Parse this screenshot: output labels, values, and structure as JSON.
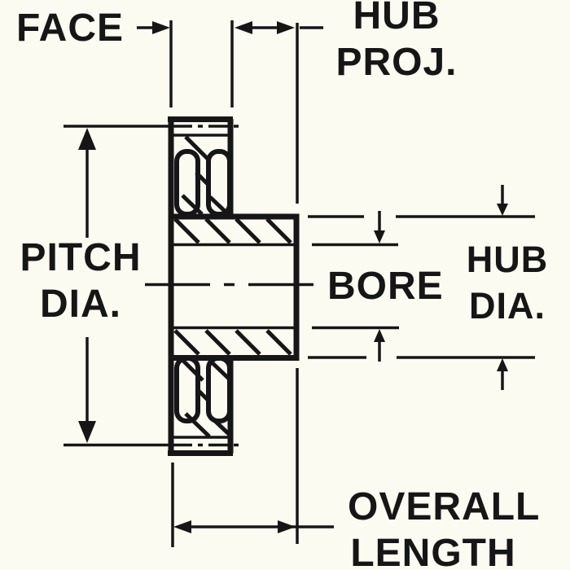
{
  "diagram": {
    "title": "Spur gear cross-section dimension diagram",
    "type": "engineering-line-drawing",
    "colors": {
      "background": "#fbfbf2",
      "line": "#161616"
    },
    "labels": {
      "face": "FACE",
      "hub_proj": [
        "HUB",
        "PROJ."
      ],
      "pitch_dia": [
        "PITCH",
        "DIA."
      ],
      "bore": "BORE",
      "hub_dia": [
        "HUB",
        "DIA."
      ],
      "overall_length": [
        "OVERALL",
        "LENGTH"
      ]
    },
    "dimensions_called_out": [
      "FACE",
      "HUB PROJ.",
      "PITCH DIA.",
      "BORE",
      "HUB DIA.",
      "OVERALL LENGTH"
    ]
  }
}
